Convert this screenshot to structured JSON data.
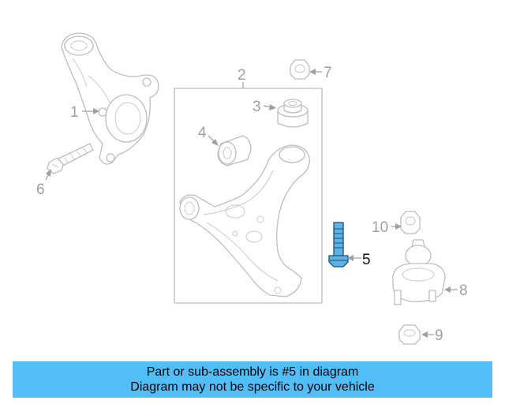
{
  "callouts": {
    "c1": "1",
    "c2": "2",
    "c3": "3",
    "c4": "4",
    "c5": "5",
    "c6": "6",
    "c7": "7",
    "c8": "8",
    "c9": "9",
    "c10": "10"
  },
  "highlighted_part": "5",
  "colors": {
    "highlight": "#5bb3e6",
    "banner": "#52bef7",
    "linework": "#b9bec3"
  },
  "banner": {
    "line1": "Part or sub-assembly is #5 in diagram",
    "line2": "Diagram may not be specific to your vehicle"
  }
}
